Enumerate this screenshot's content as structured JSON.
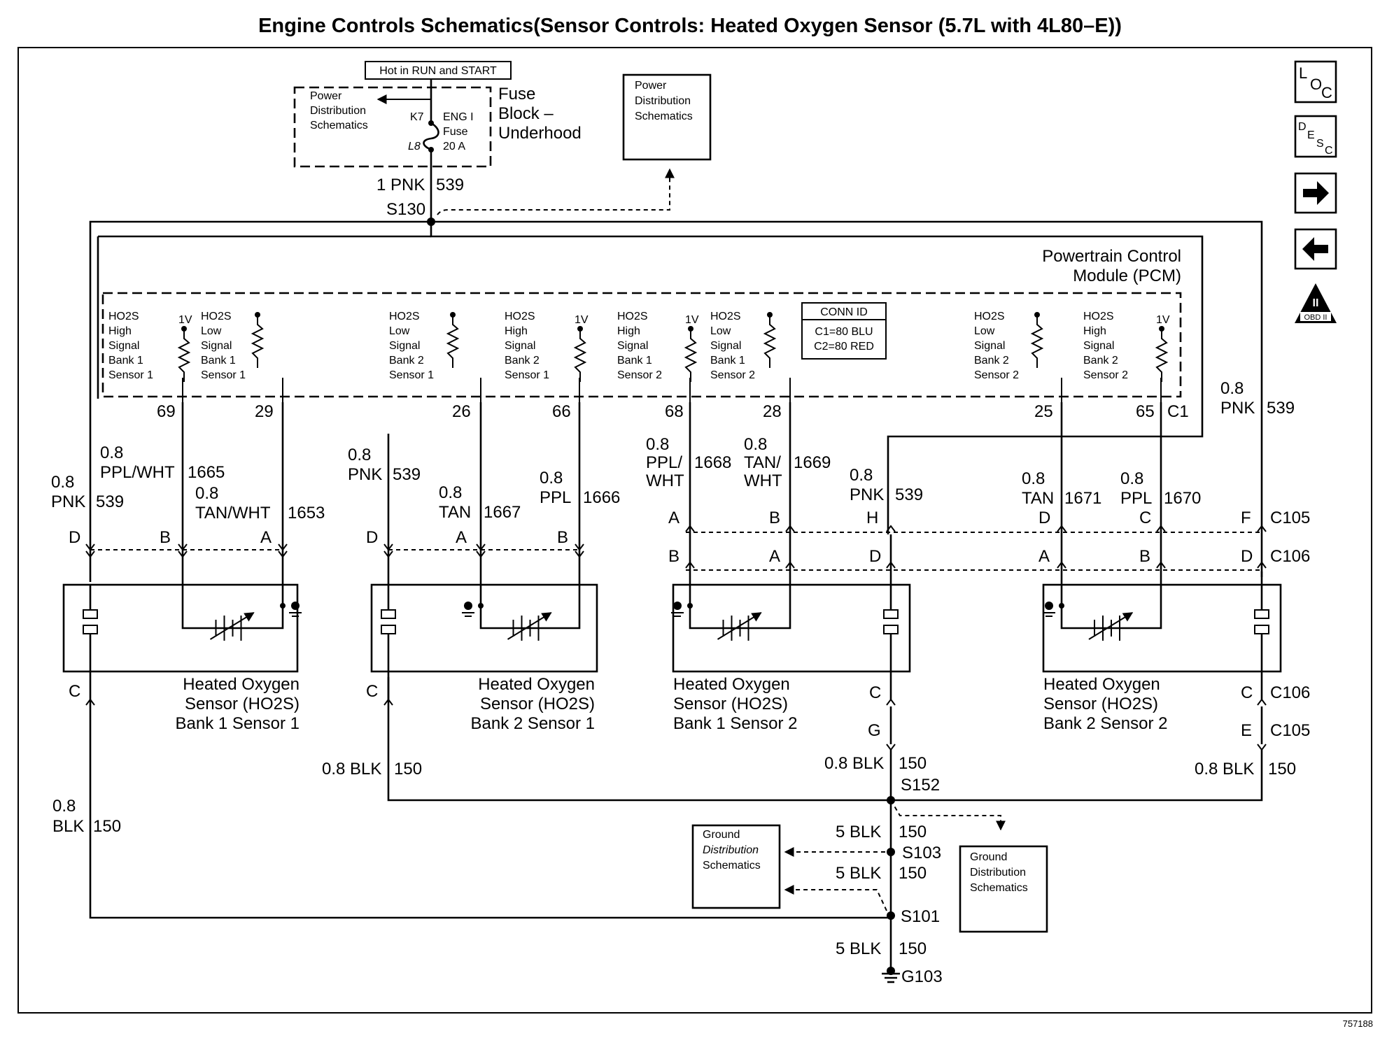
{
  "title": "Engine Controls Schematics(Sensor Controls: Heated Oxygen Sensor (5.7L with 4L80–E))",
  "figure_id": "757188",
  "nav_buttons": {
    "loc_letters": [
      "L",
      "O",
      "C"
    ],
    "desc_letters": [
      "D",
      "E",
      "S",
      "C"
    ],
    "forward": "→",
    "back": "←",
    "obd_label": "OBD II",
    "obd_numeral": "II"
  },
  "fuse_block": {
    "hot_label": "Hot in RUN and START",
    "pds_lines": [
      "Power",
      "Distribution",
      "Schematics"
    ],
    "block_lines": [
      "Fuse",
      "Block –",
      "Underhood"
    ],
    "k7": "K7",
    "l8": "L8",
    "fuse_lines": [
      "ENG I",
      "Fuse",
      "20 A"
    ],
    "wire": "1 PNK",
    "circuit": "539",
    "splice": "S130"
  },
  "power_dist_box": [
    "Power",
    "Distribution",
    "Schematics"
  ],
  "pcm": {
    "name_lines": [
      "Powertrain Control",
      "Module (PCM)"
    ],
    "conn_id": {
      "title": "CONN ID",
      "lines": [
        "C1=80 BLU",
        "C2=80 RED"
      ]
    },
    "volt": "1V",
    "c1": "C1",
    "signals": [
      [
        "HO2S",
        "High",
        "Signal",
        "Bank 1",
        "Sensor 1"
      ],
      [
        "HO2S",
        "Low",
        "Signal",
        "Bank 1",
        "Sensor 1"
      ],
      [
        "HO2S",
        "Low",
        "Signal",
        "Bank 2",
        "Sensor 1"
      ],
      [
        "HO2S",
        "High",
        "Signal",
        "Bank 2",
        "Sensor 1"
      ],
      [
        "HO2S",
        "High",
        "Signal",
        "Bank 1",
        "Sensor 2"
      ],
      [
        "HO2S",
        "Low",
        "Signal",
        "Bank 1",
        "Sensor 2"
      ],
      [
        "HO2S",
        "Low",
        "Signal",
        "Bank 2",
        "Sensor 2"
      ],
      [
        "HO2S",
        "High",
        "Signal",
        "Bank 2",
        "Sensor 2"
      ]
    ],
    "pins": [
      "69",
      "29",
      "26",
      "66",
      "68",
      "28",
      "25",
      "65"
    ]
  },
  "wires": [
    {
      "size": "0.8",
      "color": "PNK",
      "circuit": "539"
    },
    {
      "size": "0.8",
      "color": "PPL/WHT",
      "circuit": "1665"
    },
    {
      "size": "0.8",
      "color": "TAN/WHT",
      "circuit": "1653"
    },
    {
      "size": "0.8",
      "color": "PNK",
      "circuit": "539"
    },
    {
      "size": "0.8",
      "color": "TAN",
      "circuit": "1667"
    },
    {
      "size": "0.8",
      "color": "PPL",
      "circuit": "1666"
    },
    {
      "size": "0.8",
      "color_lines": [
        "PPL/",
        "WHT"
      ],
      "circuit": "1668"
    },
    {
      "size": "0.8",
      "color_lines": [
        "TAN/",
        "WHT"
      ],
      "circuit": "1669"
    },
    {
      "size": "0.8",
      "color": "PNK",
      "circuit": "539"
    },
    {
      "size": "0.8",
      "color": "TAN",
      "circuit": "1671"
    },
    {
      "size": "0.8",
      "color": "PPL",
      "circuit": "1670"
    },
    {
      "size": "0.8",
      "color": "PNK",
      "circuit": "539"
    }
  ],
  "connector_letters": {
    "row1": [
      "D",
      "B",
      "A",
      "D",
      "A",
      "B",
      "A",
      "B",
      "H",
      "D",
      "C",
      "F"
    ],
    "row2": [
      "B",
      "A",
      "D",
      "A",
      "B",
      "D"
    ],
    "lower_c": [
      "C",
      "C",
      "C",
      "C"
    ],
    "g": "G",
    "e": "E"
  },
  "connectors": {
    "c105": "C105",
    "c106": "C106"
  },
  "sensors": [
    [
      "Heated Oxygen",
      "Sensor (HO2S)",
      "Bank 1 Sensor 1"
    ],
    [
      "Heated Oxygen",
      "Sensor (HO2S)",
      "Bank 2 Sensor 1"
    ],
    [
      "Heated Oxygen",
      "Sensor (HO2S)",
      "Bank 1 Sensor 2"
    ],
    [
      "Heated Oxygen",
      "Sensor (HO2S)",
      "Bank 2 Sensor 2"
    ]
  ],
  "ground": {
    "blk08": "0.8 BLK",
    "blk08_size": "0.8",
    "blk": "BLK",
    "blk5": "5 BLK",
    "circuit": "150",
    "s152": "S152",
    "s103": "S103",
    "s101": "S101",
    "g103": "G103",
    "gds_lines": [
      "Ground",
      "Distribution",
      "Schematics"
    ]
  }
}
